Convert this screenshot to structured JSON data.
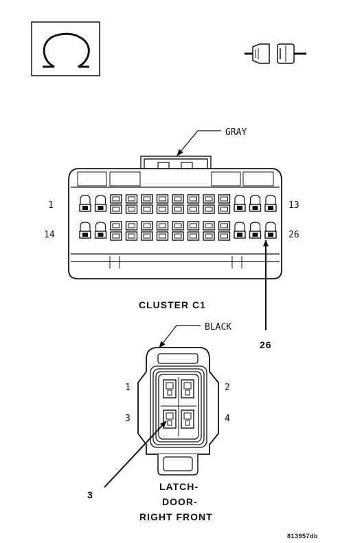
{
  "cluster": {
    "color": "GRAY",
    "name": "CLUSTER C1",
    "pin_tl": "1",
    "pin_tr": "13",
    "pin_bl": "14",
    "pin_br": "26",
    "callout": "26"
  },
  "latch": {
    "color": "BLACK",
    "pin1": "1",
    "pin2": "2",
    "pin3": "3",
    "pin4": "4",
    "callout": "3",
    "name_line1": "LATCH-",
    "name_line2": "DOOR-",
    "name_line3": "RIGHT FRONT"
  },
  "figure_id": "813957db",
  "icons": {
    "view_symbol": "omega-terminal-view-icon",
    "connector_symbol": "connector-plug-icon"
  }
}
